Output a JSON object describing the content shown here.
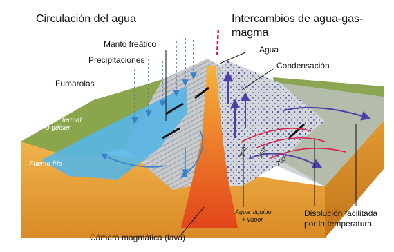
{
  "diagram": {
    "title_left": "Circulación del agua",
    "title_right_line1": "Intercambios de agua-gas-",
    "title_right_line2": "magma",
    "labels": {
      "manto_freatico": "Manto freático",
      "precipitaciones": "Precipitaciones",
      "fumarolas": "Fumarolas",
      "fuente_termal_1": "Fuente termal",
      "fuente_termal_2": "o géiser",
      "fuente_fria": "Fuente fría",
      "agua": "Agua",
      "condensacion": "Condensación",
      "camara": "Cámara magmática (lava)",
      "agua_liquido_1": "Agua: líquido",
      "agua_liquido_2": "+ vapor",
      "disolucion_1": "Disolución facilitada",
      "disolucion_2": "por la temperatura",
      "temp_300": "300°",
      "temp_250": "250°",
      "temp_200": "200°"
    },
    "colors": {
      "ground": "#e8a23a",
      "ground_dark": "#c97a1c",
      "grass": "#7f9a45",
      "water": "#4fb0e0",
      "rock_grey": "#b9bcbf",
      "lava": "#e85a1a",
      "arrow_purple": "#4b3fa8",
      "arrow_red": "#d8204a"
    }
  }
}
